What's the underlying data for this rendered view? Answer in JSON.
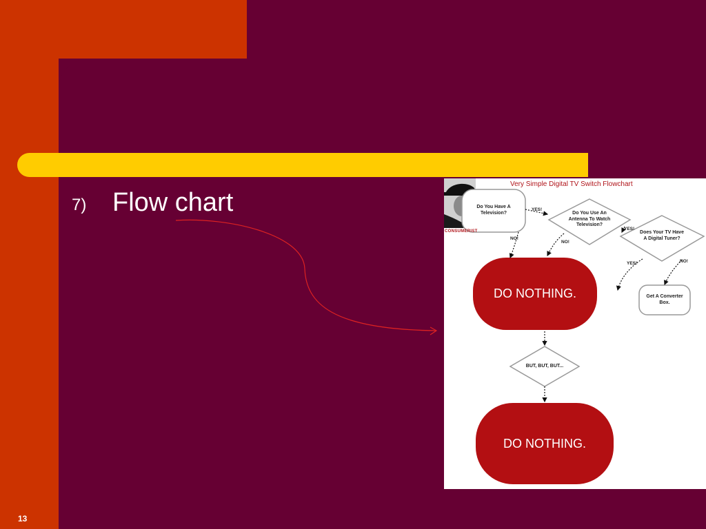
{
  "slide": {
    "list_number": "7)",
    "title": "Flow chart",
    "page_number": "13"
  },
  "colors": {
    "background": "#660033",
    "accent_orange": "#cc3300",
    "accent_yellow": "#ffcc00",
    "arrow": "#dd2222",
    "terminal": "#b30f12"
  },
  "flowchart": {
    "title": "Very Simple Digital TV Switch Flowchart",
    "logo_text": "CONSUMERIST",
    "nodes": {
      "q1": "Do You Have A Television?",
      "q2": "Do You Use An Antenna To Watch Television?",
      "q3": "Does Your TV Have A Digital Tuner?",
      "converter": "Get A Converter Box.",
      "do_nothing_1": "DO NOTHING.",
      "but": "BUT, BUT, BUT...",
      "do_nothing_2": "DO NOTHING."
    },
    "edge_labels": {
      "q1_yes": "YES!",
      "q1_no": "NO!",
      "q2_yes": "YES!",
      "q2_no": "NO!",
      "q3_yes": "YES!",
      "q3_no": "NO!"
    },
    "icons": {
      "portrait": "man-in-hat-portrait-icon"
    }
  }
}
